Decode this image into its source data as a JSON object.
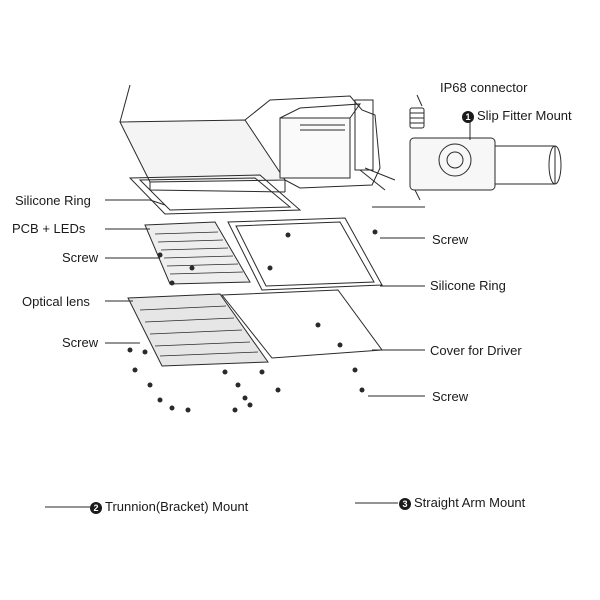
{
  "labels": {
    "ip68": "IP68 connector",
    "slip_fitter": "Slip Fitter Mount",
    "silicone_ring_left": "Silicone Ring",
    "pcb_leds": "PCB + LEDs",
    "screw_left_1": "Screw",
    "optical_lens": "Optical lens",
    "screw_left_2": "Screw",
    "screw_right_1": "Screw",
    "silicone_ring_right": "Silicone Ring",
    "cover_driver": "Cover for Driver",
    "screw_right_2": "Screw",
    "trunnion": "Trunnion(Bracket) Mount",
    "straight_arm": "Straight Arm Mount"
  },
  "markers": {
    "slip_fitter": "1",
    "trunnion": "2",
    "straight_arm": "3"
  }
}
